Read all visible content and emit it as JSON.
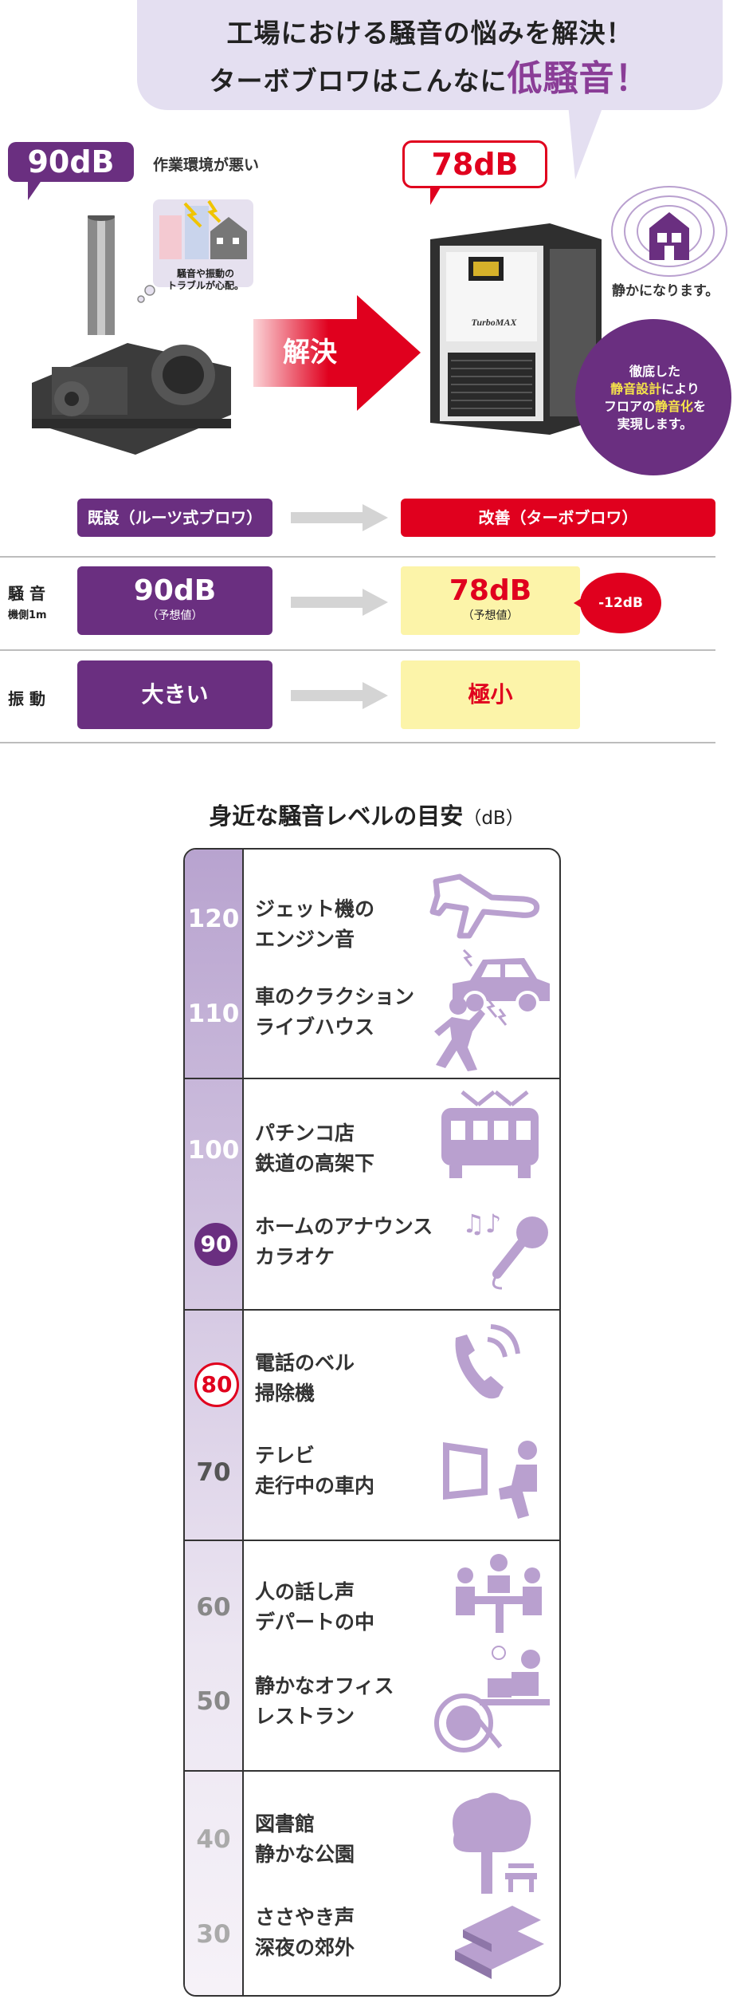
{
  "hero": {
    "line1": "工場における騒音の悩みを解決！",
    "line2_pre": "ターボブロワはこんなに",
    "line2_hl": "低騒音！"
  },
  "before": {
    "db": "90dB",
    "env_label": "作業環境が悪い",
    "trouble": "騒音や振動の\nトラブルが心配。"
  },
  "after": {
    "db": "78dB",
    "quiet_label": "静かになります。",
    "brand": "TurboMAX",
    "design_note_line1": "徹底した",
    "design_note_line2a": "静音設計",
    "design_note_line2b": "により",
    "design_note_line3a": "フロアの",
    "design_note_line3b": "静音化",
    "design_note_line3c": "を",
    "design_note_line4": "実現します。"
  },
  "arrow_label": "解決",
  "comparison": {
    "old_header": "既設（ルーツ式ブロワ）",
    "new_header": "改善（ターボブロワ）",
    "noise_label": "騒 音",
    "noise_sub": "機側1m",
    "noise_old": "90dB",
    "noise_old_note": "（予想値）",
    "noise_new": "78dB",
    "noise_new_note": "（予想値）",
    "noise_diff": "-12dB",
    "vib_label": "振 動",
    "vib_old": "大きい",
    "vib_new": "極小"
  },
  "scale": {
    "title": "身近な騒音レベルの目安",
    "unit": "（dB）",
    "levels": [
      "120",
      "110",
      "100",
      "90",
      "80",
      "70",
      "60",
      "50",
      "40",
      "30"
    ],
    "items": [
      {
        "line1": "ジェット機の",
        "line2": "エンジン音"
      },
      {
        "line1": "車のクラクション",
        "line2": "ライブハウス"
      },
      {
        "line1": "パチンコ店",
        "line2": "鉄道の高架下"
      },
      {
        "line1": "ホームのアナウンス",
        "line2": "カラオケ"
      },
      {
        "line1": "電話のベル",
        "line2": "掃除機"
      },
      {
        "line1": "テレビ",
        "line2": "走行中の車内"
      },
      {
        "line1": "人の話し声",
        "line2": "デパートの中"
      },
      {
        "line1": "静かなオフィス",
        "line2": "レストラン"
      },
      {
        "line1": "図書館",
        "line2": "静かな公園"
      },
      {
        "line1": "ささやき声",
        "line2": "深夜の郊外"
      }
    ]
  },
  "colors": {
    "purple": "#6a2f80",
    "red": "#e0001e",
    "yellow": "#fcf4a9",
    "lavender": "#e4dff1",
    "icon": "#b9a0cf"
  }
}
